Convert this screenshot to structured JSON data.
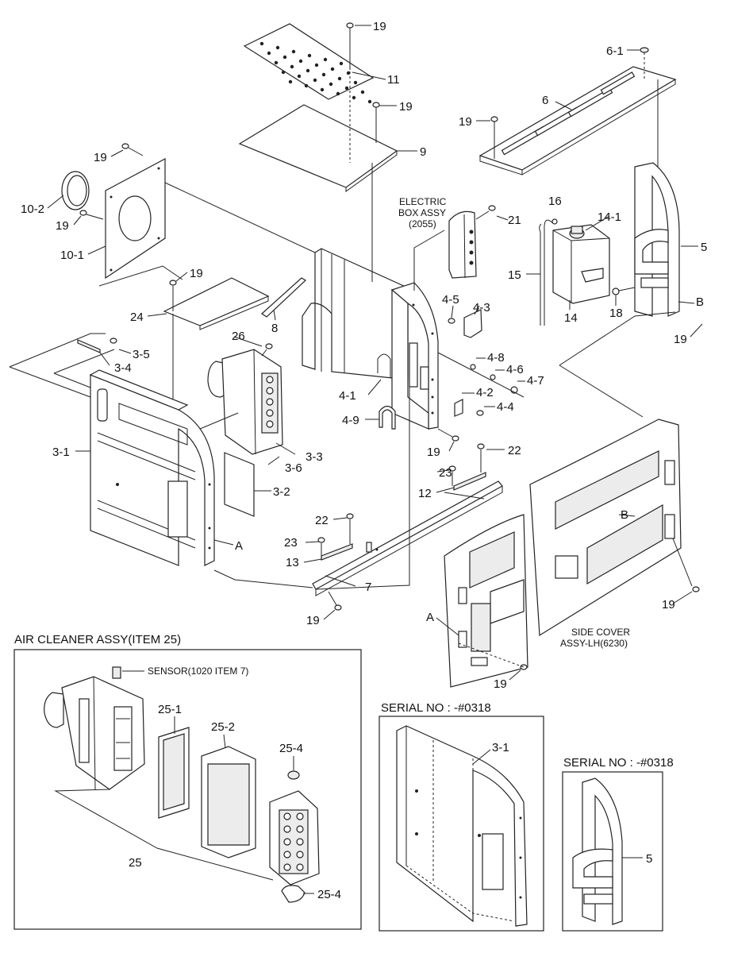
{
  "labels": {
    "l_19a": "19",
    "l_11": "11",
    "l_19b": "19",
    "l_9": "9",
    "l_6_1": "6-1",
    "l_6": "6",
    "l_19c": "19",
    "l_19d": "19",
    "l_10_2": "10-2",
    "l_19e": "19",
    "l_10_1": "10-1",
    "l_16": "16",
    "l_14_1": "14-1",
    "l_21": "21",
    "l_5": "5",
    "l_15": "15",
    "l_19f": "19",
    "l_24": "24",
    "l_8": "8",
    "l_4_5": "4-5",
    "l_4_3": "4-3",
    "l_14": "14",
    "l_18": "18",
    "l_B1": "B",
    "l_19g": "19",
    "l_26": "26",
    "l_3_5": "3-5",
    "l_3_4": "3-4",
    "l_4_8": "4-8",
    "l_4_6": "4-6",
    "l_4_7": "4-7",
    "l_4_1": "4-1",
    "l_4_2": "4-2",
    "l_4_4": "4-4",
    "l_4_9": "4-9",
    "l_3_1": "3-1",
    "l_19h": "19",
    "l_3_3": "3-3",
    "l_3_6": "3-6",
    "l_22a": "22",
    "l_23a": "23",
    "l_3_2": "3-2",
    "l_12": "12",
    "l_22b": "22",
    "l_B2": "B",
    "l_23b": "23",
    "l_A1": "A",
    "l_13": "13",
    "l_7": "7",
    "l_19i": "19",
    "l_19j": "19",
    "l_A2": "A",
    "l_19k": "19",
    "l_25_1": "25-1",
    "l_25_2": "25-2",
    "l_25_4a": "25-4",
    "l_25": "25",
    "l_25_4b": "25-4",
    "l_3_1b": "3-1",
    "l_5b": "5"
  },
  "captions": {
    "electric_box_1": "ELECTRIC",
    "electric_box_2": "BOX ASSY",
    "electric_box_3": "(2055)",
    "side_cover_1": "SIDE COVER",
    "side_cover_2": "ASSY-LH(6230)",
    "air_cleaner_title": "AIR CLEANER ASSY(ITEM 25)",
    "sensor": "SENSOR(1020 ITEM 7)",
    "serial_title_1": "SERIAL NO : -#0318",
    "serial_title_2": "SERIAL NO : -#0318"
  }
}
